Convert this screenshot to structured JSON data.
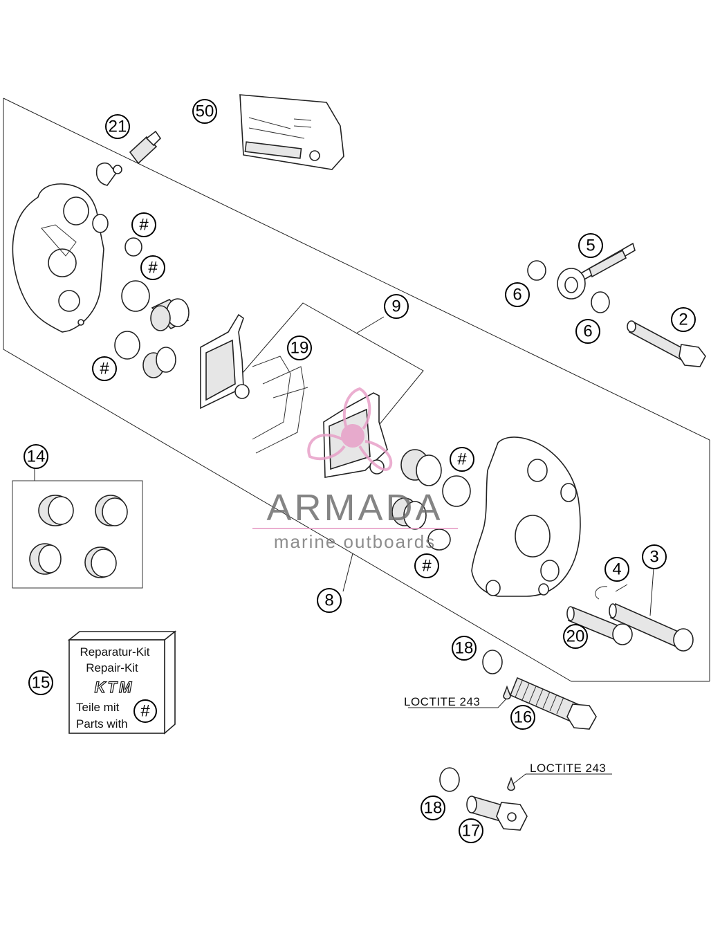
{
  "callouts": {
    "c50": "50",
    "c21": "21",
    "c5": "5",
    "c6a": "6",
    "c6b": "6",
    "c2": "2",
    "c9": "9",
    "c19": "19",
    "c14": "14",
    "c8": "8",
    "c4": "4",
    "c3": "3",
    "c20": "20",
    "c18a": "18",
    "c16": "16",
    "c15": "15",
    "c18b": "18",
    "c17": "17",
    "h1": "#",
    "h2": "#",
    "h3": "#",
    "h4": "#",
    "h5": "#"
  },
  "loctite": {
    "label1": "LOCTITE 243",
    "label2": "LOCTITE 243"
  },
  "repair_kit": {
    "line1": "Reparatur-Kit",
    "line2": "Repair-Kit",
    "logo": "KTM",
    "line3": "Teile mit",
    "line4": "Parts with",
    "badge": "#"
  },
  "watermark": {
    "brand": "ARMADA",
    "tagline": "marine outboards",
    "accent_color": "#e8a0c8"
  }
}
